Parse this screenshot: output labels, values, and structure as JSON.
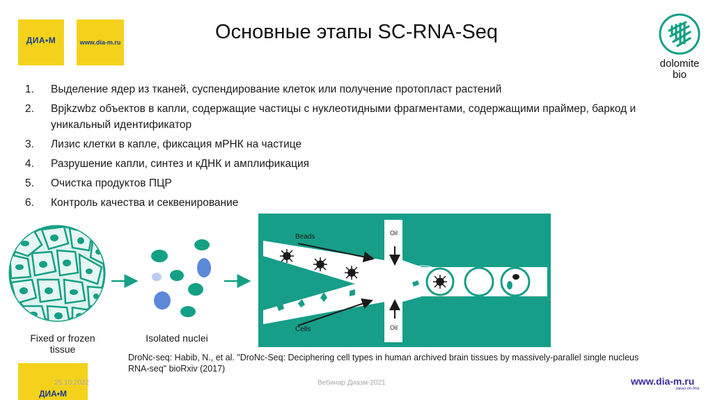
{
  "header": {
    "logo_left_text": "ДИА•М",
    "logo_url_text": "www.dia-m.ru",
    "title": "Основные этапы SC-RNA-Seq",
    "dolomite_line1": "dolomite",
    "dolomite_line2": "bio"
  },
  "steps": [
    {
      "num": "1.",
      "text": "Выделение ядер из тканей, суспендирование клеток или получение протопласт растений"
    },
    {
      "num": "2.",
      "text": "Bpjkzwbz объектов в капли, содержащие частицы с нуклеотидными фрагментами, содержащими праймер, баркод и уникальный идентификатор"
    },
    {
      "num": "3.",
      "text": "Лизис клетки в капле, фиксация мРНК на частице"
    },
    {
      "num": "4.",
      "text": "Разрушение капли, синтез и кДНК и амплификация"
    },
    {
      "num": "5.",
      "text": "Очистка продуктов ПЦР"
    },
    {
      "num": "6.",
      "text": "Контроль качества и секвенирование"
    }
  ],
  "figure": {
    "tissue_label": "Fixed or frozen tissue",
    "nuclei_label": "Isolated nuclei",
    "beads_label": "Beads",
    "cells_label": "Cells",
    "oil_top_label": "Oil",
    "oil_bottom_label": "Oil"
  },
  "reference": "DroNc-seq: Habib, N., et al. \"DroNc-Seq: Deciphering cell types in human archived brain tissues by massively-parallel single nucleus RNA-seq\" bioRxiv  (2017)",
  "footer": {
    "date": "25.10.2022",
    "webinar": "Вебинар Диазм-2021",
    "brand": "www.dia-m.ru",
    "brand_sub": "заказ on-line",
    "bottom_logo_text": "ДИА•М"
  },
  "colors": {
    "teal": "#14a084",
    "panel_bg": "#169e88",
    "logo_yellow": "#f4d21c",
    "nuclei_blue": "#5b88d8",
    "brand_blue": "#1a3c8c"
  }
}
